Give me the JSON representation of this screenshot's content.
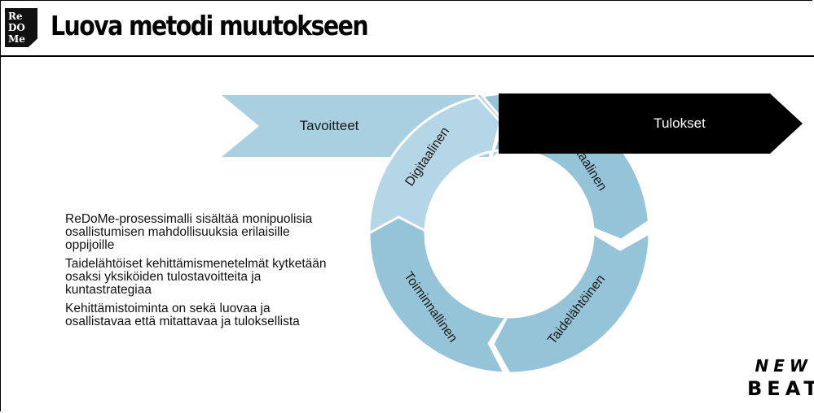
{
  "header": {
    "logo_lines": [
      "Re",
      "DO",
      "Me"
    ],
    "title": "Luova metodi muutokseen"
  },
  "diagram": {
    "input_label": "Tavoitteet",
    "output_label": "Tulokset",
    "cycle": [
      "Digitaalinen",
      "Digitaalinen",
      "Taidelähtöinen",
      "Toiminnallinen"
    ],
    "colors": {
      "input_arrow": "#a9cfe0",
      "segment_light": "#b5d6e6",
      "segment": "#95c3d8",
      "output_arrow": "#000000"
    }
  },
  "bullets": [
    "ReDoMe-prosessimalli sisältää monipuolisia osallistumisen mahdollisuuksia erilaisille oppijoille",
    "Taidelähtöiset kehittämismenetelmät kytketään osaksi yksiköiden tulostavoitteita ja kuntastrategiaa",
    "Kehittämistoiminta on sekä luovaa ja osallistavaa että mitattavaa ja tuloksellista"
  ],
  "brand": {
    "line1": "NEW",
    "line2": "BEAT"
  }
}
